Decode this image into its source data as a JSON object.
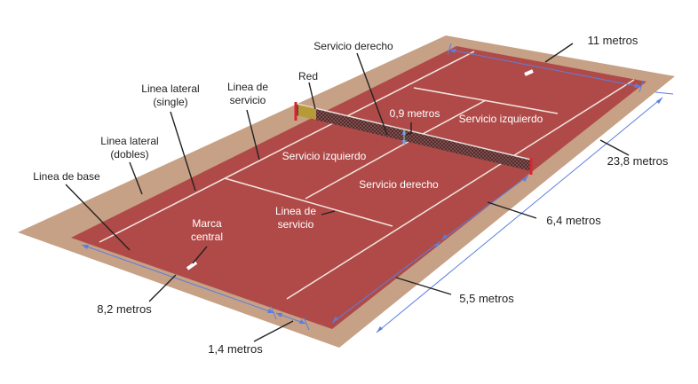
{
  "labels": {
    "servicio_derecho_top": "Servicio derecho",
    "once_metros": "11 metros",
    "red": "Red",
    "linea_lateral_single_1": "Linea lateral",
    "linea_lateral_single_2": "(single)",
    "linea_servicio_top_1": "Linea de",
    "linea_servicio_top_2": "servicio",
    "linea_lateral_dobles_1": "Linea lateral",
    "linea_lateral_dobles_2": "(dobles)",
    "linea_base": "Linea de base",
    "marca_central_1": "Marca",
    "marca_central_2": "central",
    "linea_servicio_court_1": "Linea de",
    "linea_servicio_court_2": "servicio",
    "cero_nueve": "0,9 metros",
    "servicio_izquierdo_far": "Servicio izquierdo",
    "servicio_izquierdo_near": "Servicio izquierdo",
    "servicio_derecho_near": "Servicio derecho",
    "veintitres": "23,8 metros",
    "seis_cuatro": "6,4 metros",
    "cinco_cinco": "5,5 metros",
    "ocho_dos": "8,2 metros",
    "uno_cuatro": "1,4 metros"
  },
  "colors": {
    "surround": "#c6a186",
    "court": "#b04a48",
    "lines": "#f3e6e0",
    "dimension": "#5a7fe0",
    "leader": "#222222",
    "net": "#4a2a2a",
    "post": "#d8262e"
  }
}
